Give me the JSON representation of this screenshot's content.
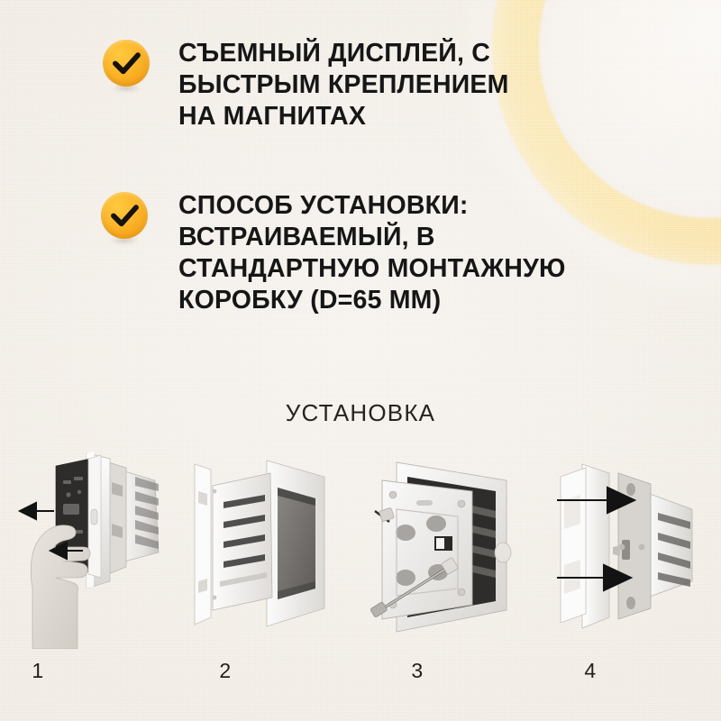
{
  "page": {
    "background_color": "#f1ebe3",
    "text_color": "#161616",
    "accent_color": "#fcb72b",
    "ring_color": "#fbe4a4"
  },
  "bullets": [
    {
      "icon": "check-circle-icon",
      "text": "СЪЕМНЫЙ ДИСПЛЕЙ, С\nБЫСТРЫМ КРЕПЛЕНИЕМ\nНА МАГНИТАХ"
    },
    {
      "icon": "check-circle-icon",
      "text": "СПОСОБ УСТАНОВКИ:\nВСТРАИВАЕМЫЙ,  В\nСТАНДАРТНУЮ МОНТАЖНУЮ\nКОРОБКУ  (D=65 ММ)"
    }
  ],
  "install": {
    "heading": "УСТАНОВКА",
    "steps": [
      {
        "number": "1",
        "caption": "1",
        "illustration": "thermostat-display-removal"
      },
      {
        "number": "2",
        "caption": "2",
        "illustration": "thermostat-body-into-frame"
      },
      {
        "number": "3",
        "caption": "3",
        "illustration": "mounting-plate-with-screws"
      },
      {
        "number": "4",
        "caption": "4",
        "illustration": "display-attach-magnets"
      }
    ]
  }
}
